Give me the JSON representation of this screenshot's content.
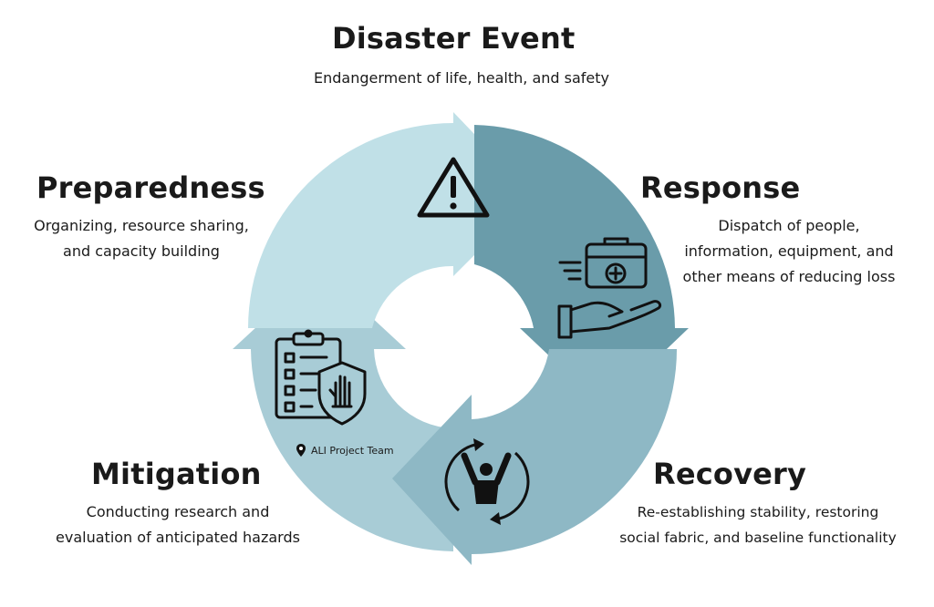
{
  "stages": {
    "disaster_event": {
      "title": "Disaster Event",
      "description": [
        "Endangerment of life, health, and safety"
      ]
    },
    "response": {
      "title": "Response",
      "description": [
        "Dispatch of people,",
        "information, equipment, and",
        "other means of reducing loss"
      ]
    },
    "recovery": {
      "title": "Recovery",
      "description": [
        "Re-establishing stability, restoring",
        "social fabric, and baseline functionality"
      ]
    },
    "mitigation": {
      "title": "Mitigation",
      "description": [
        "Conducting research and",
        "evaluation of anticipated hazards"
      ]
    },
    "preparedness": {
      "title": "Preparedness",
      "description": [
        "Organizing, resource sharing,",
        "and capacity building"
      ]
    }
  },
  "credit": "ALI Project Team",
  "colors": {
    "preparedness_arrow": "#c0e0e7",
    "response_arrow": "#6a9caa",
    "recovery_arrow": "#8eb8c5",
    "mitigation_arrow": "#a8ccd6",
    "icon": "#111111"
  },
  "icons": {
    "disaster": "warning-triangle-icon",
    "response": "medical-kit-hand-icon",
    "recovery": "person-cycle-icon",
    "mitigation": "checklist-shield-hand-icon",
    "credit": "location-pin-icon"
  }
}
